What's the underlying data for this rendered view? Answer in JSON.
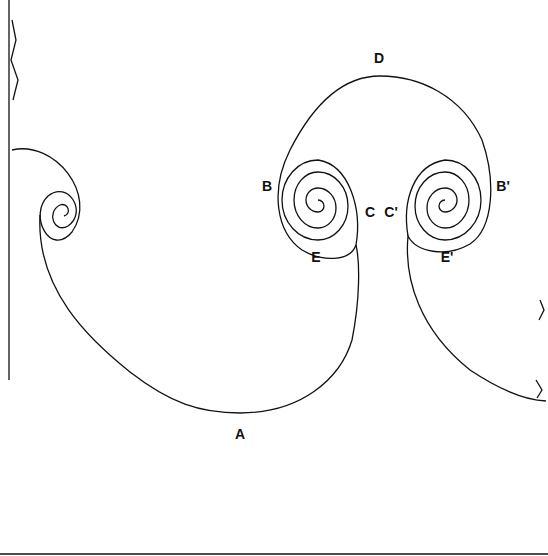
{
  "diagram": {
    "labels": [
      "D",
      "B",
      "C",
      "C'",
      "B'",
      "E",
      "E'",
      "A"
    ]
  }
}
